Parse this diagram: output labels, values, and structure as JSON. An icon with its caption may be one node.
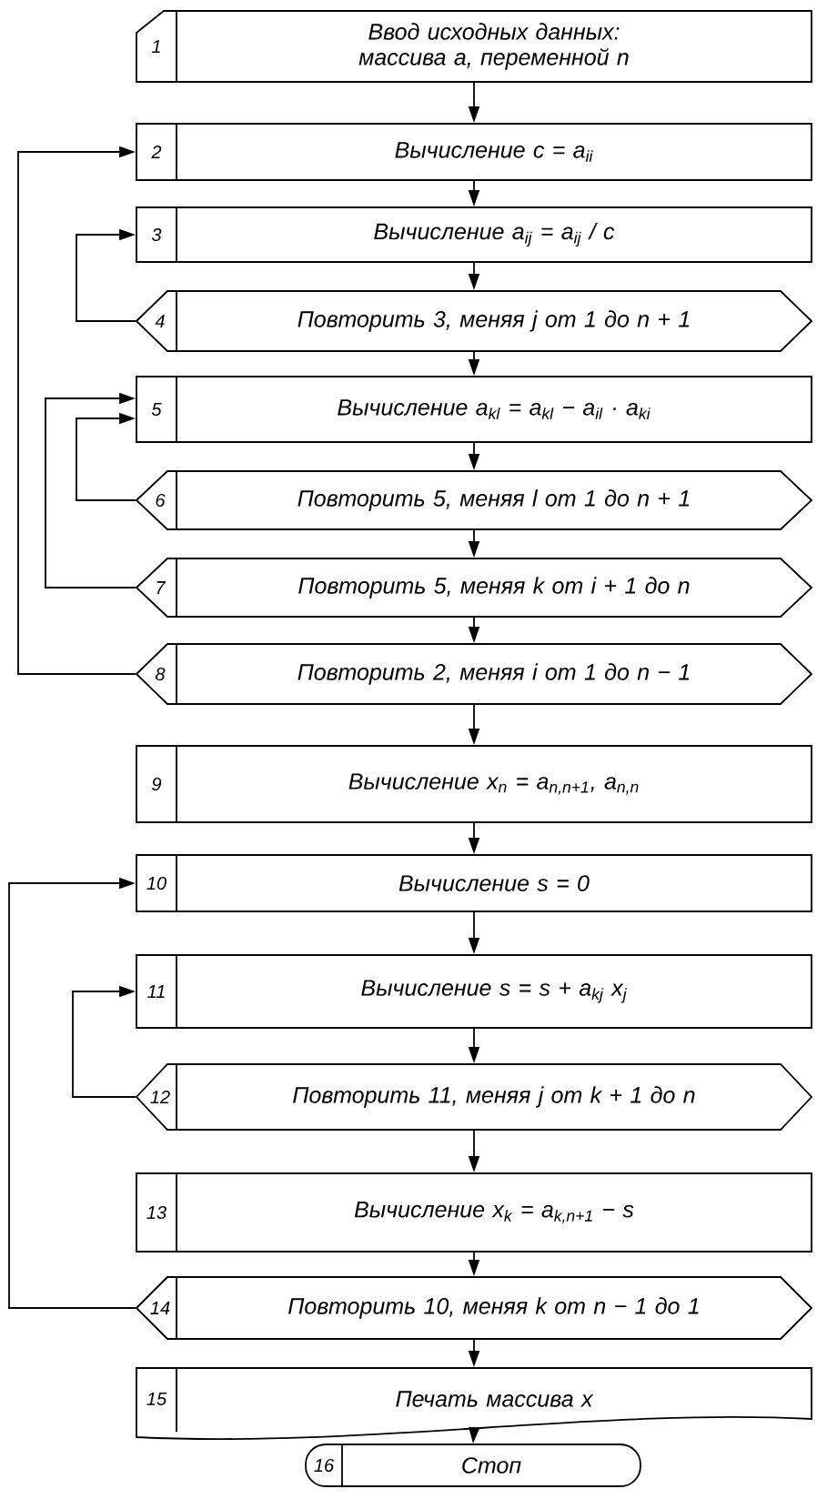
{
  "diagram": {
    "nodes": [
      {
        "text": [
          "1",
          "Ввод исходных данных: массива a, переменной n"
        ]
      },
      {
        "text": [
          "2",
          "Вычисление c = a$_{ii}$"
        ]
      },
      {
        "text": [
          "3",
          "Вычисление a$_{ij}$ = a$_{ij}$ / c"
        ]
      },
      {
        "text": [
          "4",
          "Повторить 3, меняя j от 1 до n + 1"
        ]
      },
      {
        "text": [
          "5",
          "Вычисление a$_{kl}$ = a$_{kl}$ − a$_{il}$ · a$_{ki}$"
        ]
      },
      {
        "text": [
          "6",
          "Повторить 5, меняя l от 1 до n + 1"
        ]
      },
      {
        "text": [
          "7",
          "Повторить 5, меняя k от i + 1 до n"
        ]
      },
      {
        "text": [
          "8",
          "Повторить 2, меняя i от 1 до n − 1"
        ]
      },
      {
        "text": [
          "9",
          "Вычисление x$_{n}$ = a$_{n,n+1}$, a$_{n,n}$"
        ]
      },
      {
        "text": [
          "10",
          "Вычисление s = 0"
        ]
      },
      {
        "text": [
          "11",
          "Вычисление s = s + a$_{kj}$ x$_{j}$"
        ]
      },
      {
        "text": [
          "12",
          "Повторить 11, меняя j от k + 1 до n"
        ]
      },
      {
        "text": [
          "13",
          "Вычисление x$_{k}$ = a$_{k,n+1}$ − s"
        ]
      },
      {
        "text": [
          "14",
          "Повторить 10, меняя k от n − 1 до 1"
        ]
      },
      {
        "text": [
          "15",
          "Печать массива x"
        ]
      },
      {
        "text": [
          "16",
          "Стоп"
        ]
      }
    ],
    "edges": [
      {
        "from": 0,
        "to": 1,
        "arrow": "to"
      },
      {
        "from": 1,
        "to": 2,
        "arrow": "to"
      },
      {
        "from": 2,
        "to": 3,
        "arrow": "to"
      },
      {
        "from": 3,
        "to": 4,
        "arrow": "to"
      },
      {
        "from": 4,
        "to": 5,
        "arrow": "to"
      },
      {
        "from": 5,
        "to": 6,
        "arrow": "to"
      },
      {
        "from": 6,
        "to": 7,
        "arrow": "to"
      },
      {
        "from": 7,
        "to": 8,
        "arrow": "to"
      },
      {
        "from": 8,
        "to": 9,
        "arrow": "to"
      },
      {
        "from": 9,
        "to": 10,
        "arrow": "to"
      },
      {
        "from": 10,
        "to": 11,
        "arrow": "to"
      },
      {
        "from": 11,
        "to": 12,
        "arrow": "to"
      },
      {
        "from": 12,
        "to": 13,
        "arrow": "to"
      },
      {
        "from": 13,
        "to": 14,
        "arrow": "to"
      },
      {
        "from": 14,
        "to": 15,
        "arrow": "to"
      },
      {
        "from": 3,
        "to": 2,
        "arrow": "to"
      },
      {
        "from": 5,
        "to": 4,
        "arrow": "to"
      },
      {
        "from": 6,
        "to": 4,
        "arrow": "to"
      },
      {
        "from": 7,
        "to": 1,
        "arrow": "to"
      },
      {
        "from": 11,
        "to": 10,
        "arrow": "to"
      },
      {
        "from": 13,
        "to": 9,
        "arrow": "to"
      }
    ]
  }
}
